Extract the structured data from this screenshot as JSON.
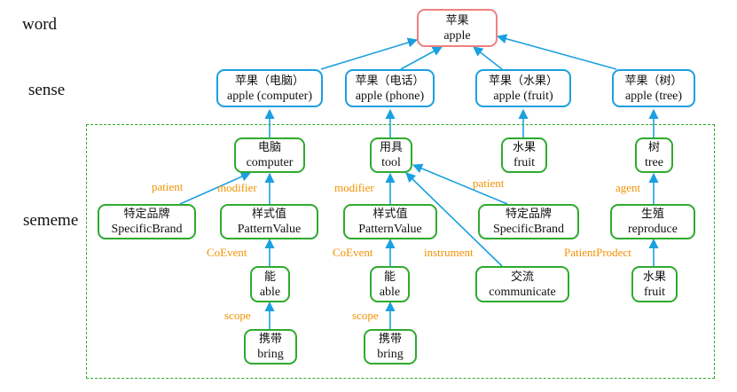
{
  "levels": {
    "word": "word",
    "sense": "sense",
    "sememe": "sememe"
  },
  "nodes": {
    "apple": {
      "zh": "苹果",
      "en": "apple"
    },
    "s_computer": {
      "zh": "苹果（电脑）",
      "en": "apple (computer)"
    },
    "s_phone": {
      "zh": "苹果（电话）",
      "en": "apple (phone)"
    },
    "s_fruit": {
      "zh": "苹果（水果）",
      "en": "apple (fruit)"
    },
    "s_tree": {
      "zh": "苹果（树）",
      "en": "apple (tree)"
    },
    "computer": {
      "zh": "电脑",
      "en": "computer"
    },
    "tool": {
      "zh": "用具",
      "en": "tool"
    },
    "fruit1": {
      "zh": "水果",
      "en": "fruit"
    },
    "tree": {
      "zh": "树",
      "en": "tree"
    },
    "brand1": {
      "zh": "特定品牌",
      "en": "SpecificBrand"
    },
    "pattern1": {
      "zh": "样式值",
      "en": "PatternValue"
    },
    "pattern2": {
      "zh": "样式值",
      "en": "PatternValue"
    },
    "brand2": {
      "zh": "特定品牌",
      "en": "SpecificBrand"
    },
    "reproduce": {
      "zh": "生殖",
      "en": "reproduce"
    },
    "able1": {
      "zh": "能",
      "en": "able"
    },
    "able2": {
      "zh": "能",
      "en": "able"
    },
    "communicate": {
      "zh": "交流",
      "en": "communicate"
    },
    "fruit2": {
      "zh": "水果",
      "en": "fruit"
    },
    "bring1": {
      "zh": "携带",
      "en": "bring"
    },
    "bring2": {
      "zh": "携带",
      "en": "bring"
    }
  },
  "edge_labels": {
    "patient1": "patient",
    "modifier1": "modifier",
    "modifier2": "modifier",
    "patient2": "patient",
    "agent": "agent",
    "coevent1": "CoEvent",
    "coevent2": "CoEvent",
    "instrument": "instrument",
    "patientproduct": "PatientProdect",
    "scope1": "scope",
    "scope2": "scope"
  },
  "colors": {
    "word_border": "#f08080",
    "sense_border": "#1aa0e0",
    "sememe_border": "#2eaa2e",
    "arrow": "#1aa0e0",
    "relation_label": "#f39200",
    "dashed_box": "#2eaa2e"
  }
}
